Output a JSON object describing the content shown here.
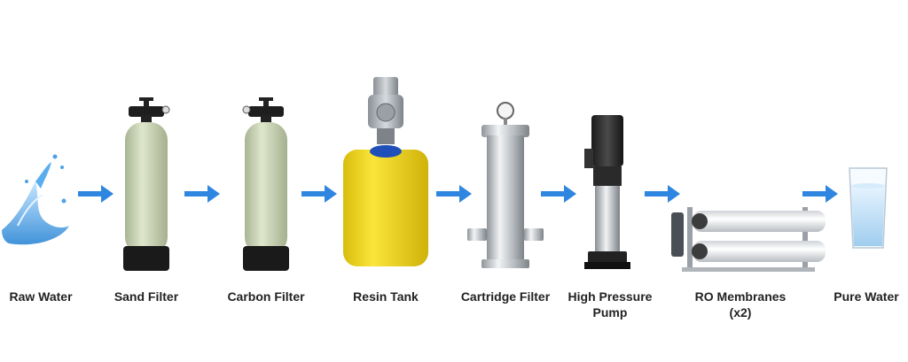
{
  "diagram": {
    "stages": [
      {
        "id": "raw-water",
        "label": "Raw Water",
        "icon": "water-splash-icon"
      },
      {
        "id": "sand-filter",
        "label": "Sand Filter",
        "icon": "sand-filter-tank-icon"
      },
      {
        "id": "carbon-filter",
        "label": "Carbon Filter",
        "icon": "carbon-filter-tank-icon"
      },
      {
        "id": "resin-tank",
        "label": "Resin Tank",
        "icon": "resin-tank-icon"
      },
      {
        "id": "cartridge-filter",
        "label": "Cartridge Filter",
        "icon": "cartridge-filter-icon"
      },
      {
        "id": "high-pressure-pump",
        "label": "High Pressure Pump",
        "label_lines": [
          "High Pressure",
          "Pump"
        ],
        "icon": "pump-icon"
      },
      {
        "id": "ro-membranes",
        "label": "RO Membranes (x2)",
        "label_lines": [
          "RO Membranes",
          "(x2)"
        ],
        "icon": "ro-membrane-icon"
      },
      {
        "id": "pure-water",
        "label": "Pure Water",
        "icon": "water-glass-icon"
      }
    ],
    "arrow_color": "#2f86e0",
    "colors": {
      "fiberglass": "#cfd8b8",
      "tank_base": "#1e1e1e",
      "resin_tank": "#f2d81a",
      "steel": "#c9ccd0",
      "membrane": "#eef0f2",
      "water": "#3a9be0"
    }
  }
}
